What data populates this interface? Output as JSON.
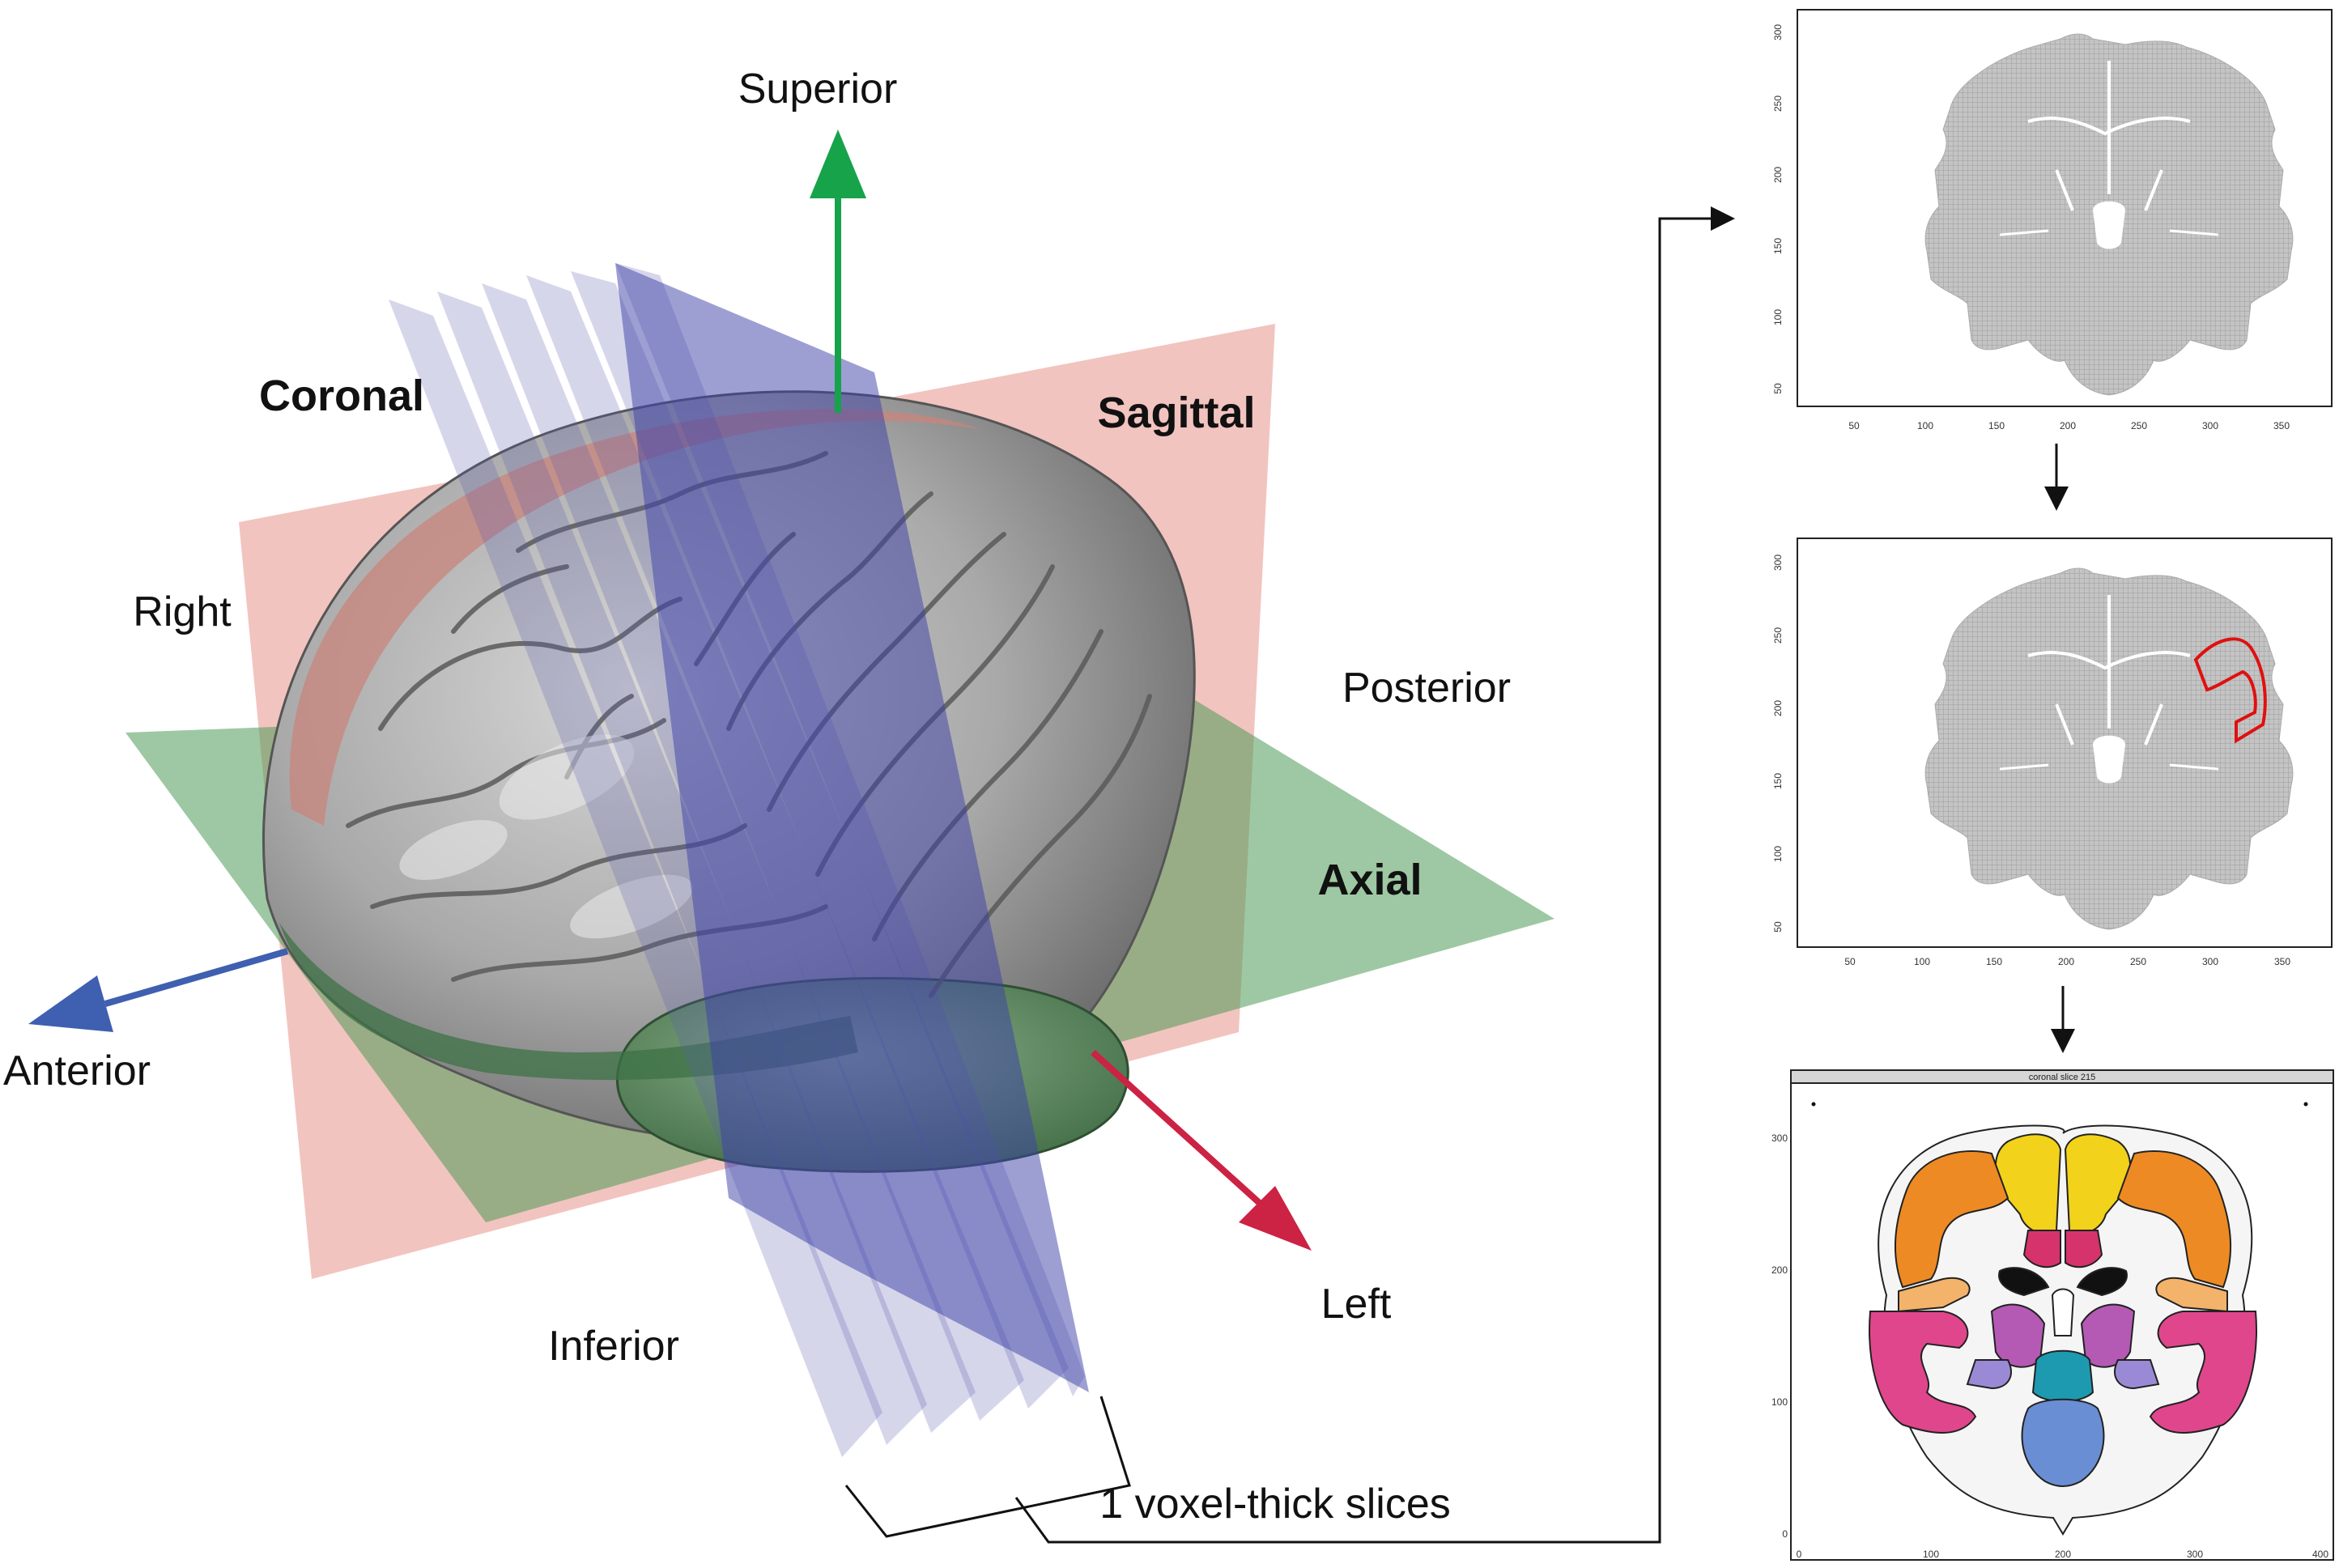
{
  "labels": {
    "superior": "Superior",
    "inferior": "Inferior",
    "anterior": "Anterior",
    "posterior": "Posterior",
    "left": "Left",
    "right": "Right",
    "coronal": "Coronal",
    "sagittal": "Sagittal",
    "axial": "Axial",
    "slices": "1 voxel-thick slices"
  },
  "colors": {
    "superior_arrow": "#16a34a",
    "anterior_arrow": "#3f5fb0",
    "left_arrow": "#cc2244",
    "coronal_plane": "#5b5bb0",
    "sagittal_plane": "#e8938a",
    "axial_plane": "#4f9a57",
    "roi_outline": "#e01010"
  },
  "panels": {
    "panel1": {
      "x_ticks": [
        "50",
        "100",
        "150",
        "200",
        "250",
        "300",
        "350"
      ],
      "y_ticks": [
        "300",
        "250",
        "200",
        "150",
        "100",
        "50"
      ]
    },
    "panel2": {
      "x_ticks": [
        "50",
        "100",
        "150",
        "200",
        "250",
        "300",
        "350"
      ],
      "y_ticks": [
        "300",
        "250",
        "200",
        "150",
        "100",
        "50"
      ]
    },
    "panel3": {
      "title": "coronal slice 215",
      "x_ticks": [
        "0",
        "100",
        "200",
        "300",
        "400"
      ],
      "y_ticks": [
        "300",
        "200",
        "100",
        "0"
      ]
    }
  }
}
